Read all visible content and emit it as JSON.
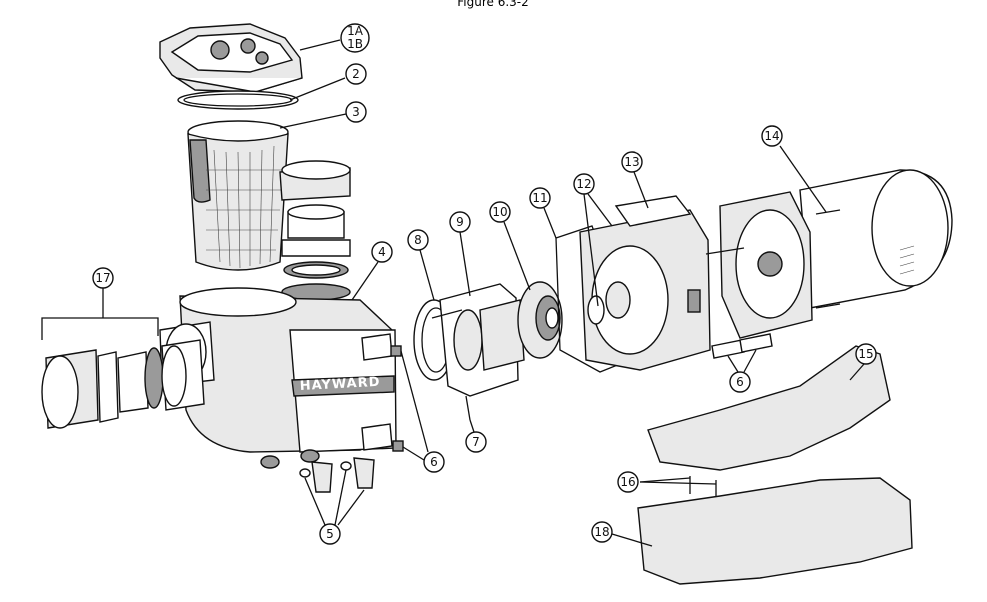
{
  "figure_title": "Figure 6.3-2",
  "brand_logo": "HAYWARD",
  "callouts": {
    "c1": "1A",
    "c1b": "1B",
    "c2": "2",
    "c3": "3",
    "c4": "4",
    "c5": "5",
    "c6a": "6",
    "c6b": "6",
    "c7": "7",
    "c8": "8",
    "c9": "9",
    "c10": "10",
    "c11": "11",
    "c12": "12",
    "c13": "13",
    "c14": "14",
    "c15": "15",
    "c16": "16",
    "c17": "17",
    "c18": "18"
  }
}
